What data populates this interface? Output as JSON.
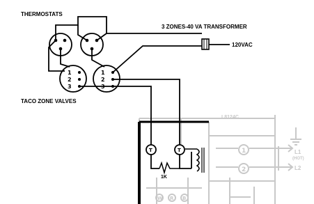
{
  "labels": {
    "thermostats": "THERMOSTATS",
    "transformer": "3 ZONES-40 VA TRANSFORMER",
    "supply_voltage": "120VAC",
    "zone_valves": "TACO ZONE VALVES",
    "relay_model": "L8124C",
    "resistor": "1K"
  },
  "valve_terminals": [
    "1",
    "2",
    "3"
  ],
  "control_terminals": {
    "t_left": "T",
    "t_right": "T",
    "term_1": "1",
    "term_2": "2",
    "l1": "L1",
    "l1_hot": "(HOT)",
    "l2": "L2",
    "w": "W",
    "r": "R",
    "b": "B"
  },
  "colors": {
    "line": "#000000",
    "faint": "#c8c8c8",
    "background": "#ffffff"
  }
}
